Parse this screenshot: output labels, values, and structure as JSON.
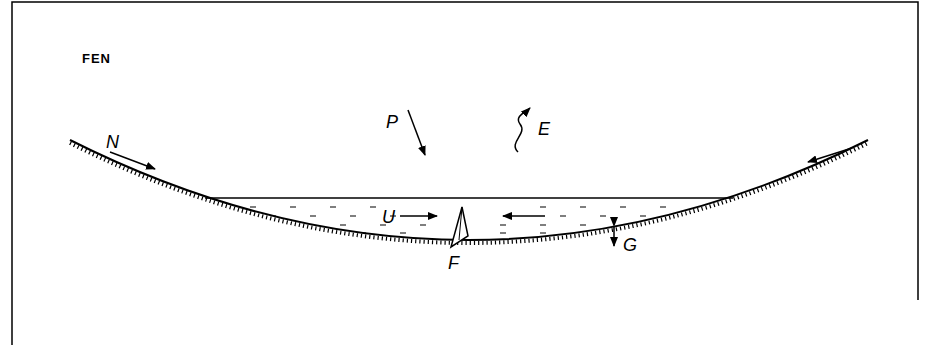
{
  "diagram": {
    "labels": [
      "FEN",
      "N",
      "P",
      "E",
      "U",
      "F",
      "G"
    ]
  }
}
